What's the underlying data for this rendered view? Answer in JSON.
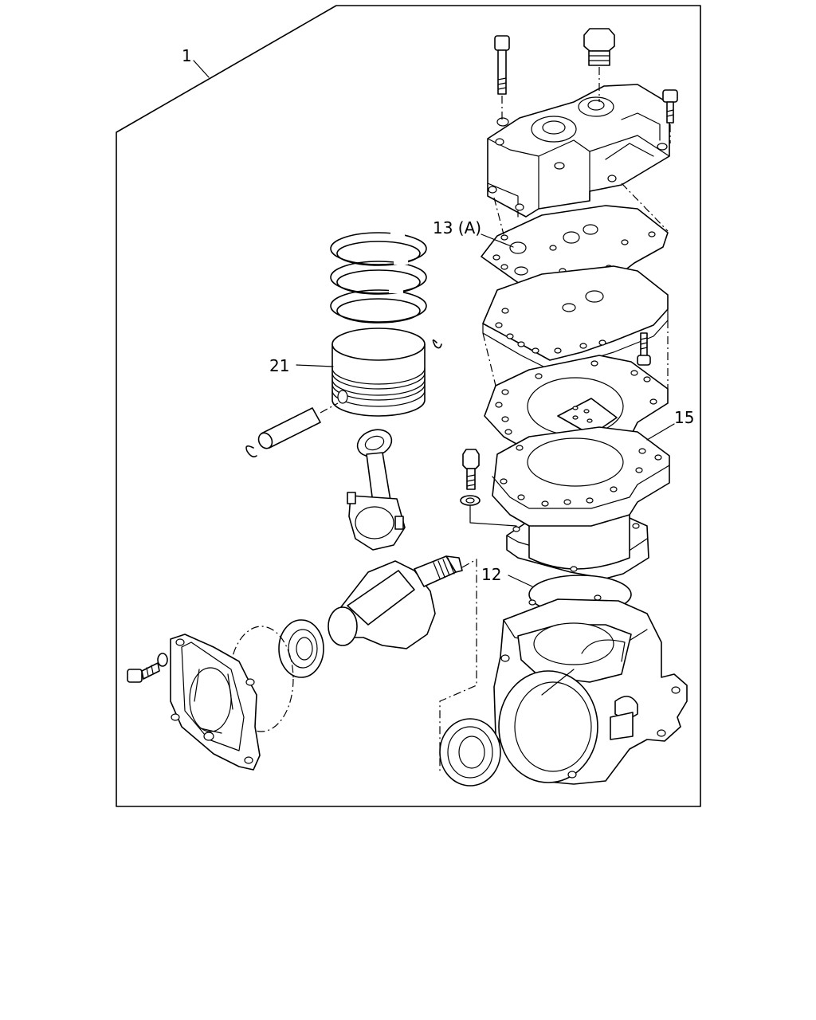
{
  "callouts": {
    "assembly": "1",
    "gasket_a": "13 (A)",
    "piston": "21",
    "gasket_cylinder": "15",
    "o_ring": "12"
  }
}
